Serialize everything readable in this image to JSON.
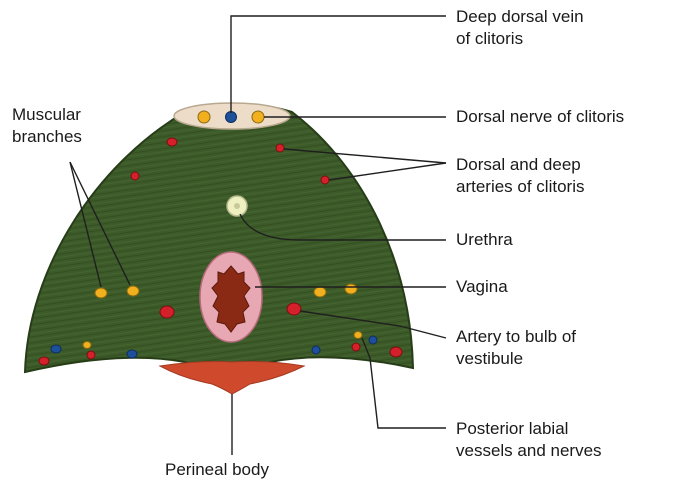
{
  "labels": {
    "deep_dorsal_vein": [
      "Deep dorsal vein",
      "of clitoris"
    ],
    "dorsal_nerve": "Dorsal nerve of clitoris",
    "dorsal_deep_arteries": [
      "Dorsal and deep",
      "arteries of clitoris"
    ],
    "urethra": "Urethra",
    "vagina": "Vagina",
    "artery_bulb": [
      "Artery to bulb of",
      "vestibule"
    ],
    "posterior_labial": [
      "Posterior labial",
      "vessels and nerves"
    ],
    "perineal_body": "Perineal body",
    "muscular_branches": [
      "Muscular",
      "branches"
    ]
  },
  "colors": {
    "muscle": "#3d5a2a",
    "muscle_dark": "#2f4a20",
    "artery": "#d4202a",
    "vein": "#1d4f9a",
    "nerve": "#f2b01e",
    "urethra": "#eef0c0",
    "vagina_wall": "#e7a7b3",
    "vagina_lumen": "#8b2a14",
    "perineal_body": "#cf4a2c",
    "clitoris_band": "#ecdcc8",
    "leader_line": "#1f1f1f"
  }
}
